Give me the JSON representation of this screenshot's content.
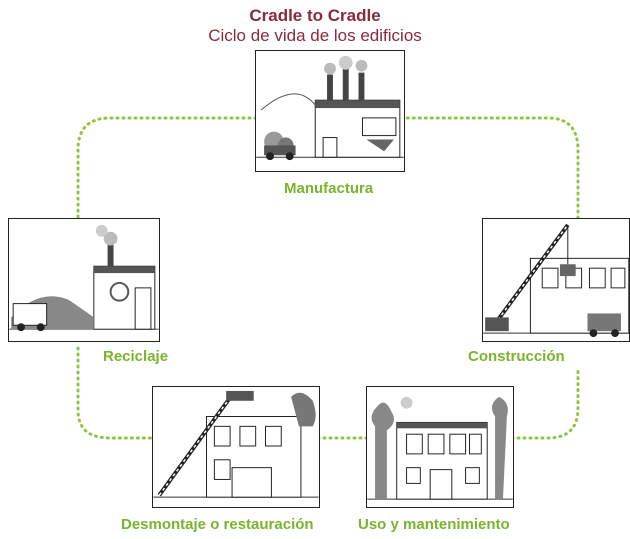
{
  "header": {
    "title": "Cradle to Cradle",
    "subtitle": "Ciclo de vida de los edificios"
  },
  "stages": {
    "manufacturing": "Manufactura",
    "construction": "Construcción",
    "use": "Uso y mantenimiento",
    "dismantling": "Desmontaje o restauración",
    "recycling": "Reciclaje"
  },
  "colors": {
    "title": "#8a2a3c",
    "stage_label": "#7ab32e",
    "cycle_line": "#8cc63f"
  },
  "icons": {
    "manufacturing": "factory-illustration-icon",
    "construction": "crane-building-illustration-icon",
    "use": "building-with-trees-illustration-icon",
    "dismantling": "crane-dismantling-illustration-icon",
    "recycling": "recycling-plant-illustration-icon"
  }
}
